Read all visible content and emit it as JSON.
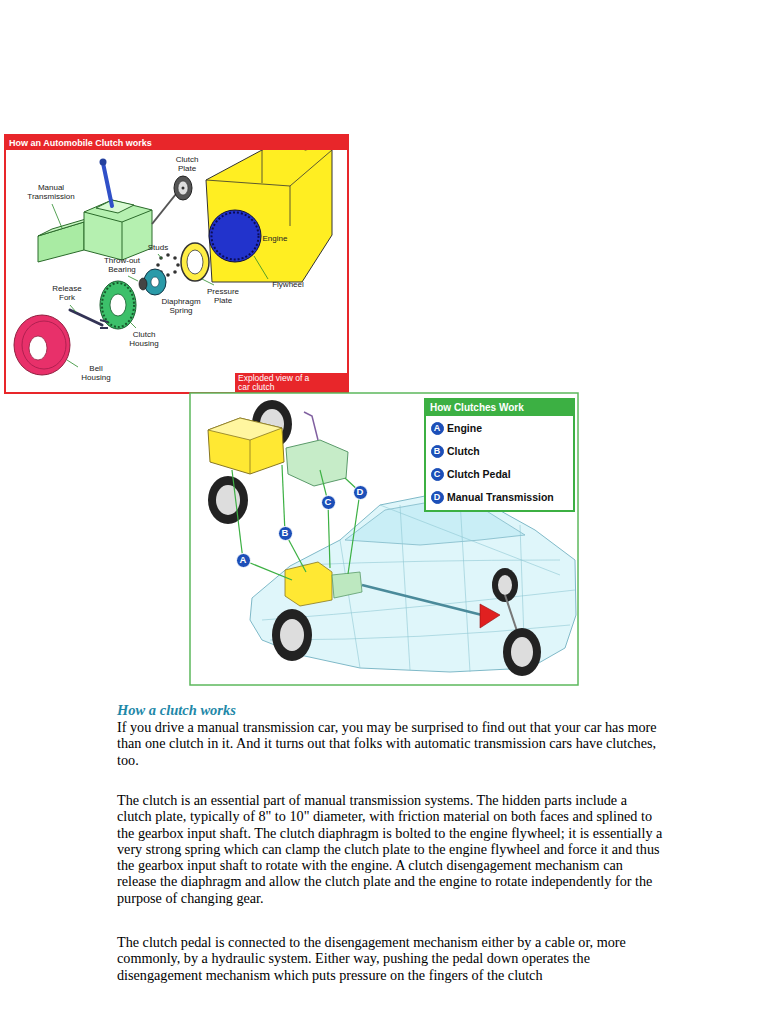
{
  "diagram": {
    "title": "How a clutch works",
    "nodes": [
      {
        "text": [
          "How an Automobile Clutch works"
        ]
      },
      {
        "text": [
          "Exploded view of a car clutch"
        ]
      },
      {
        "text": [
          "How Clutches Work"
        ]
      },
      {
        "text": [
          "A"
        ],
        "in": 2
      },
      {
        "text": [
          "B"
        ],
        "in": 2
      },
      {
        "text": [
          "C"
        ],
        "in": 2
      },
      {
        "text": [
          "D"
        ],
        "in": 2
      },
      {
        "text": [
          "A"
        ]
      },
      {
        "text": [
          "B"
        ]
      },
      {
        "text": [
          "C"
        ]
      },
      {
        "text": [
          "D"
        ]
      }
    ],
    "labels": [
      "Clutch Plate",
      "Manual Transmission",
      "Studs",
      "Throw-out Bearing",
      "Engine",
      "Pressure Plate",
      "Flywheel",
      "Diaphragm Spring",
      "Release Fork",
      "Clutch Housing",
      "Bell Housing",
      "Engine",
      "Clutch",
      "Clutch Pedal",
      "Manual Transmission",
      "If you drive a manual transmission car, you may be surprised to find out that your car has more than one clutch in it. And it turns out that folks with automatic transmission cars have clutches, too.",
      "The clutch is an essential part of manual transmission systems. The hidden parts include a clutch plate, typically of 8\" to 10\" diameter, with friction material on both faces and splined to the gearbox input shaft. The clutch diaphragm is bolted to the engine flywheel; it is essentially a very strong spring which can clamp the clutch plate to the engine flywheel and force it and thus the gearbox input shaft to rotate with the engine. A clutch disengagement mechanism can release the diaphragm and allow the clutch plate and the engine to rotate independently for the purpose of changing gear.",
      "The clutch pedal is connected to the disengagement mechanism either by a cable or, more commonly, by a hydraulic system. Either way, pushing the pedal down operates the disengagement mechanism which puts pressure on the fingers of the clutch"
    ]
  }
}
